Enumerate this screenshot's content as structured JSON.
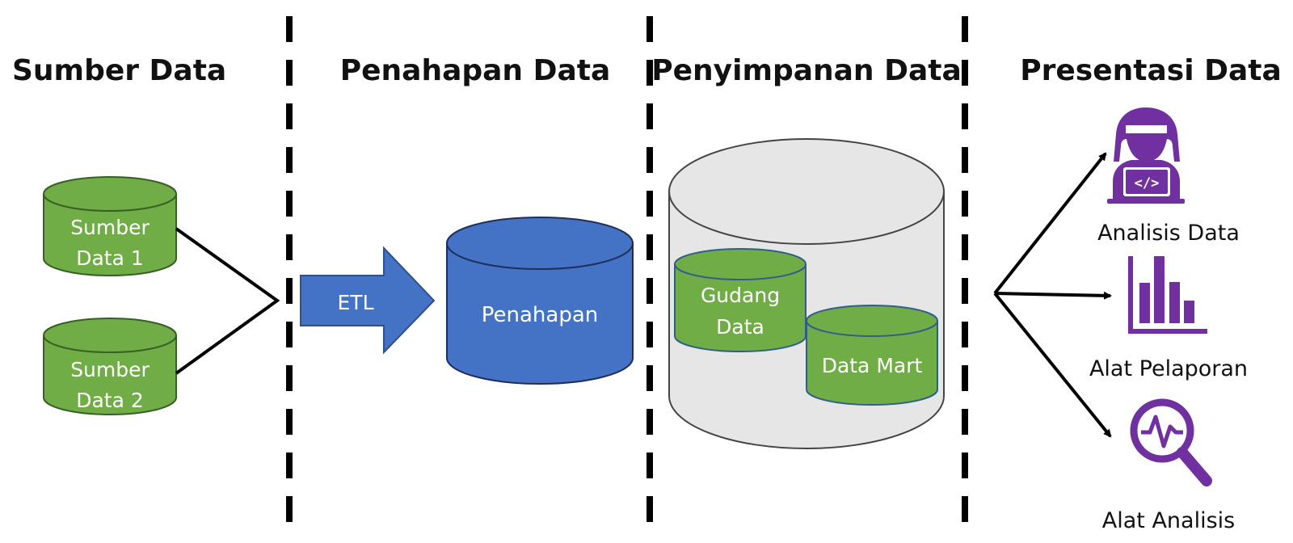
{
  "sections": {
    "source": {
      "title": "Sumber Data"
    },
    "staging": {
      "title": "Penahapan Data"
    },
    "storage": {
      "title": "Penyimpanan Data"
    },
    "presentation": {
      "title": "Presentasi Data"
    }
  },
  "sources": [
    {
      "line1": "Sumber",
      "line2": "Data 1"
    },
    {
      "line1": "Sumber",
      "line2": "Data 2"
    }
  ],
  "etl": {
    "label": "ETL"
  },
  "staging_store": {
    "label": "Penahapan"
  },
  "storage_items": {
    "warehouse": {
      "line1": "Gudang",
      "line2": "Data"
    },
    "mart": {
      "label": "Data Mart"
    }
  },
  "outputs": [
    {
      "label": "Analisis Data",
      "icon": "data-analyst-icon"
    },
    {
      "label": "Alat Pelaporan",
      "icon": "bar-chart-icon"
    },
    {
      "label": "Alat Analisis",
      "icon": "analytics-magnifier-icon"
    }
  ],
  "colors": {
    "green": "#70AD47",
    "blue": "#4472C4",
    "gray": "#E6E6E6",
    "purple": "#7030A0"
  }
}
